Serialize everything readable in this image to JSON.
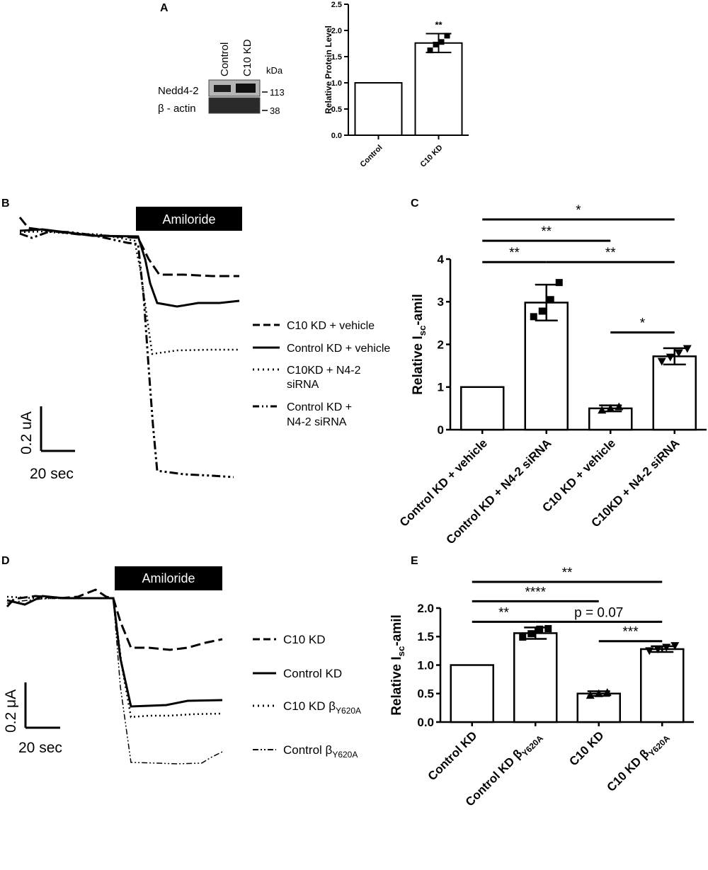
{
  "panel_labels": [
    "A",
    "B",
    "C",
    "D",
    "E"
  ],
  "blot": {
    "lane_labels": [
      "Control",
      "C10 KD"
    ],
    "kda_label": "kDa",
    "rows": [
      {
        "protein": "Nedd4-2",
        "marker": "113"
      },
      {
        "protein": "β - actin",
        "marker": "38"
      }
    ]
  },
  "traces_B": {
    "amiloride_label": "Amiloride",
    "scale_y": "0.2 uA",
    "scale_x": "20 sec",
    "legend": [
      {
        "style": "dashed",
        "lines": [
          "C10 KD +  vehicle"
        ]
      },
      {
        "style": "solid",
        "lines": [
          "Control KD + vehicle"
        ]
      },
      {
        "style": "dotted",
        "lines": [
          "C10KD + N4-2",
          "siRNA"
        ]
      },
      {
        "style": "dashdotdot",
        "lines": [
          "Control KD +",
          "N4-2 siRNA"
        ]
      }
    ]
  },
  "traces_D": {
    "amiloride_label": "Amiloride",
    "scale_y": "0.2 μA",
    "scale_x": "20 sec",
    "legend": [
      {
        "style": "dashed",
        "label": "C10 KD",
        "sub": ""
      },
      {
        "style": "solid",
        "label": "Control KD",
        "sub": ""
      },
      {
        "style": "dotted",
        "label": "C10 KD β",
        "sub": "Y620A"
      },
      {
        "style": "dashdotdot",
        "label": "Control β",
        "sub": "Y620A"
      }
    ]
  },
  "chart_data": [
    {
      "panel": "A",
      "type": "bar",
      "categories": [
        "Control",
        "C10 KD"
      ],
      "values": [
        1.0,
        1.76
      ],
      "errors": [
        0,
        0.18
      ],
      "points": [
        [],
        [
          1.62,
          1.73,
          1.78,
          1.9
        ]
      ],
      "markers": [
        "none",
        "square"
      ],
      "ylabel": "Relative Protein Level",
      "ylim": [
        0,
        2.5
      ],
      "yticks": [
        "0.0",
        "0.5",
        "1.0",
        "1.5",
        "2.0",
        "2.5"
      ],
      "annotations": [
        {
          "bar": 1,
          "text": "**"
        }
      ]
    },
    {
      "panel": "C",
      "type": "bar",
      "categories": [
        "Control KD + vehicle",
        "Control KD + N4-2 siRNA",
        "C10 KD + vehicle",
        "C10KD + N4-2 siRNA"
      ],
      "values": [
        1.0,
        2.98,
        0.5,
        1.72
      ],
      "errors": [
        0,
        0.42,
        0.07,
        0.19
      ],
      "points": [
        [],
        [
          2.65,
          2.78,
          3.05,
          3.45
        ],
        [
          0.46,
          0.5,
          0.54
        ],
        [
          1.6,
          1.7,
          1.8,
          1.9
        ]
      ],
      "markers": [
        "none",
        "square",
        "triangle-up",
        "triangle-down"
      ],
      "ylabel_main": "Relative I",
      "ylabel_sub": "sc",
      "ylabel_end": "-amil",
      "ylim": [
        0,
        4
      ],
      "yticks": [
        "0",
        "1",
        "2",
        "3",
        "4"
      ],
      "significance": [
        {
          "from": 0,
          "to": 1,
          "y": 3.93,
          "text": "**"
        },
        {
          "from": 1,
          "to": 3,
          "y": 3.93,
          "text": "**"
        },
        {
          "from": 0,
          "to": 2,
          "y": 4.43,
          "text": "**"
        },
        {
          "from": 0,
          "to": 3,
          "y": 4.93,
          "text": "*"
        },
        {
          "from": 2,
          "to": 3,
          "y": 2.28,
          "text": "*"
        }
      ]
    },
    {
      "panel": "E",
      "type": "bar",
      "categories": [
        "Control KD",
        "Control KD β",
        "C10 KD",
        "C10 KD β"
      ],
      "category_subs": [
        "",
        "Y620A",
        "",
        "Y620A"
      ],
      "values": [
        1.0,
        1.56,
        0.5,
        1.28
      ],
      "errors": [
        0,
        0.1,
        0.04,
        0.05
      ],
      "points": [
        [],
        [
          1.49,
          1.55,
          1.63,
          1.64
        ],
        [
          0.47,
          0.5,
          0.52
        ],
        [
          1.25,
          1.28,
          1.31,
          1.34
        ]
      ],
      "markers": [
        "none",
        "square",
        "triangle-up",
        "triangle-down"
      ],
      "ylabel_main": "Relative I",
      "ylabel_sub": "sc",
      "ylabel_end": "-amil",
      "ylim": [
        0,
        2.0
      ],
      "yticks": [
        "0.0",
        "0.5",
        "1.0",
        "1.5",
        "2.0"
      ],
      "significance": [
        {
          "from": 0,
          "to": 1,
          "y": 1.76,
          "text": "**"
        },
        {
          "from": 1,
          "to": 3,
          "y": 1.76,
          "text": "p = 0.07"
        },
        {
          "from": 0,
          "to": 2,
          "y": 2.12,
          "text": "****"
        },
        {
          "from": 0,
          "to": 3,
          "y": 2.46,
          "text": "**"
        },
        {
          "from": 2,
          "to": 3,
          "y": 1.42,
          "text": "***"
        }
      ]
    }
  ]
}
